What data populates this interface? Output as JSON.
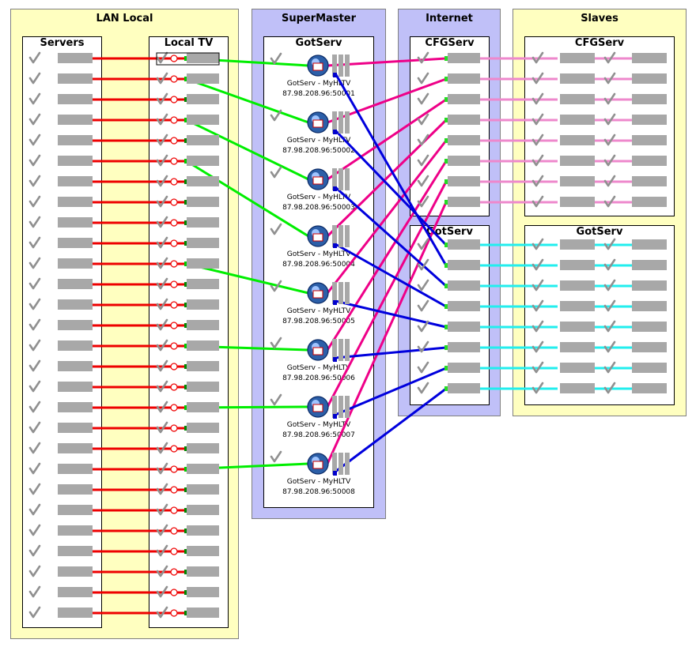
{
  "zones": {
    "lan_local": "LAN Local",
    "supermaster": "SuperMaster",
    "internet": "Internet",
    "slaves": "Slaves"
  },
  "boxes": {
    "servers": "Servers",
    "local_tv": "Local TV",
    "gotserv_main": "GotServ",
    "cfgserv_internet": "CFGServ",
    "gotserv_internet": "GotServ",
    "cfgserv_slaves": "CFGServ",
    "gotserv_slaves": "GotServ"
  },
  "hltv": [
    {
      "name": "GotServ - MyHLTV",
      "address": "87.98.208.96:50001"
    },
    {
      "name": "GotServ - MyHLTV",
      "address": "87.98.208.96:50002"
    },
    {
      "name": "GotServ - MyHLTV",
      "address": "87.98.208.96:50003"
    },
    {
      "name": "GotServ - MyHLTV",
      "address": "87.98.208.96:50004"
    },
    {
      "name": "GotServ - MyHLTV",
      "address": "87.98.208.96:50005"
    },
    {
      "name": "GotServ - MyHLTV",
      "address": "87.98.208.96:50006"
    },
    {
      "name": "GotServ - MyHLTV",
      "address": "87.98.208.96:50007"
    },
    {
      "name": "GotServ - MyHLTV",
      "address": "87.98.208.96:50008"
    }
  ],
  "counts": {
    "server_rows": 28,
    "cfg_rows": 8,
    "gotserv_rows": 8
  },
  "links": {
    "local_tv_rows": [
      1,
      2,
      4,
      6,
      11,
      15,
      18,
      21
    ],
    "pink_targets": [
      1,
      2,
      3,
      4,
      5,
      6,
      7,
      8
    ],
    "blue_targets": [
      2,
      1,
      3,
      4,
      5,
      6,
      7,
      8
    ]
  },
  "colors": {
    "lan_wire": "#ee0000",
    "tv_wire": "#00ee00",
    "cfg_wire": "#ee0088",
    "gotserv_wire": "#0000dd",
    "slave_cfg_wire": "#ee88cc",
    "slave_gotserv_wire": "#22eeee",
    "check": "#909090",
    "slot": "#a8a8a8"
  }
}
